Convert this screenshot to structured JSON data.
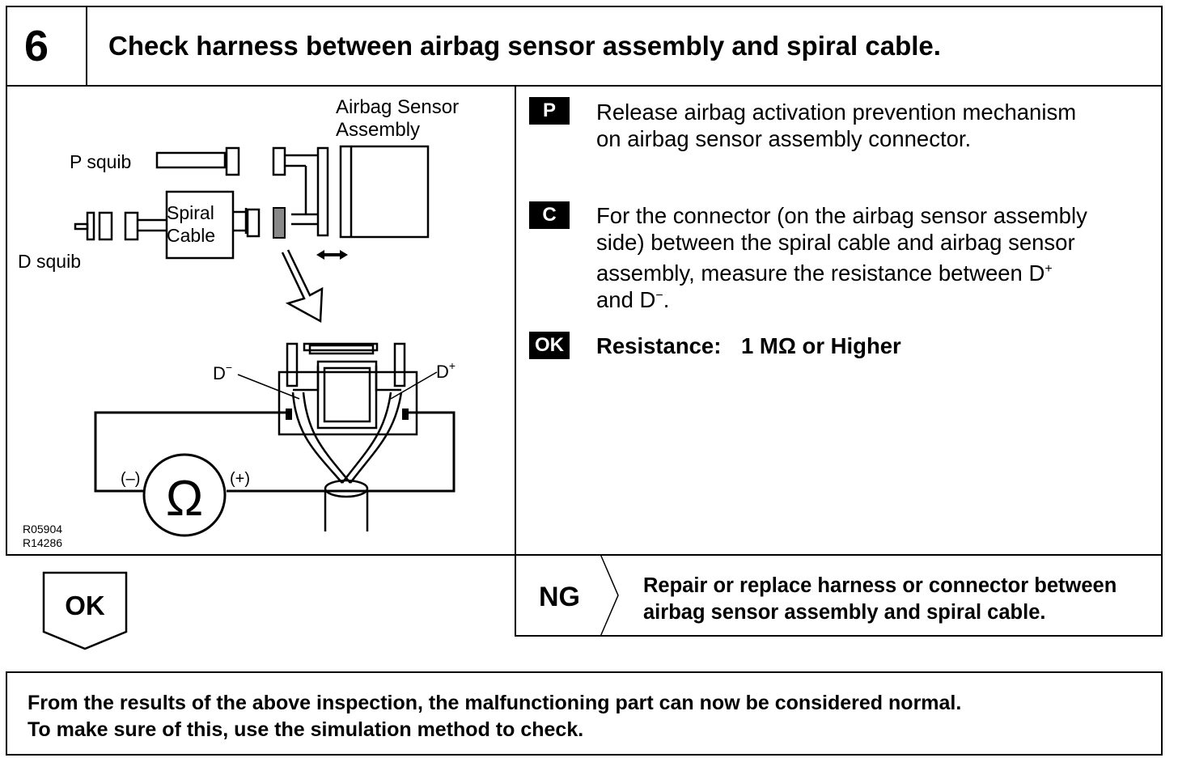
{
  "header": {
    "step_number": "6",
    "title": "Check harness between airbag sensor assembly and spiral cable."
  },
  "diagram": {
    "label_sensor_line1": "Airbag Sensor",
    "label_sensor_line2": "Assembly",
    "label_p_squib": "P squib",
    "label_d_squib": "D squib",
    "label_spiral_line1": "Spiral",
    "label_spiral_line2": "Cable",
    "label_d_minus": "D",
    "label_d_plus": "D",
    "label_minus_sign": "−",
    "label_plus_sign": "+",
    "label_meter_minus": "(–)",
    "label_meter_plus": "(+)",
    "ohm_symbol": "Ω",
    "ref_code_1": "R05904",
    "ref_code_2": "R14286"
  },
  "steps": {
    "p_badge": "P",
    "p_line1": "Release airbag activation prevention mechanism",
    "p_line2": "on airbag sensor assembly connector.",
    "c_badge": "C",
    "c_line1": "For the connector (on the airbag sensor assembly",
    "c_line2": "side) between the spiral cable and airbag sensor",
    "c_line3": "assembly, measure the resistance between D",
    "c_line3_sup": "+",
    "c_line4_pre": "and D",
    "c_line4_sup": "−",
    "c_line4_post": ".",
    "ok_badge": "OK",
    "ok_label": "Resistance:",
    "ok_value": "1 MΩ or Higher"
  },
  "results": {
    "ok_label": "OK",
    "ng_label": "NG",
    "ng_line1": "Repair or replace harness or connector between",
    "ng_line2": "airbag sensor assembly and spiral cable."
  },
  "footer": {
    "line1": "From the results of the above inspection, the malfunctioning part can now be considered normal.",
    "line2": "To make sure of this, use the simulation method to check."
  }
}
